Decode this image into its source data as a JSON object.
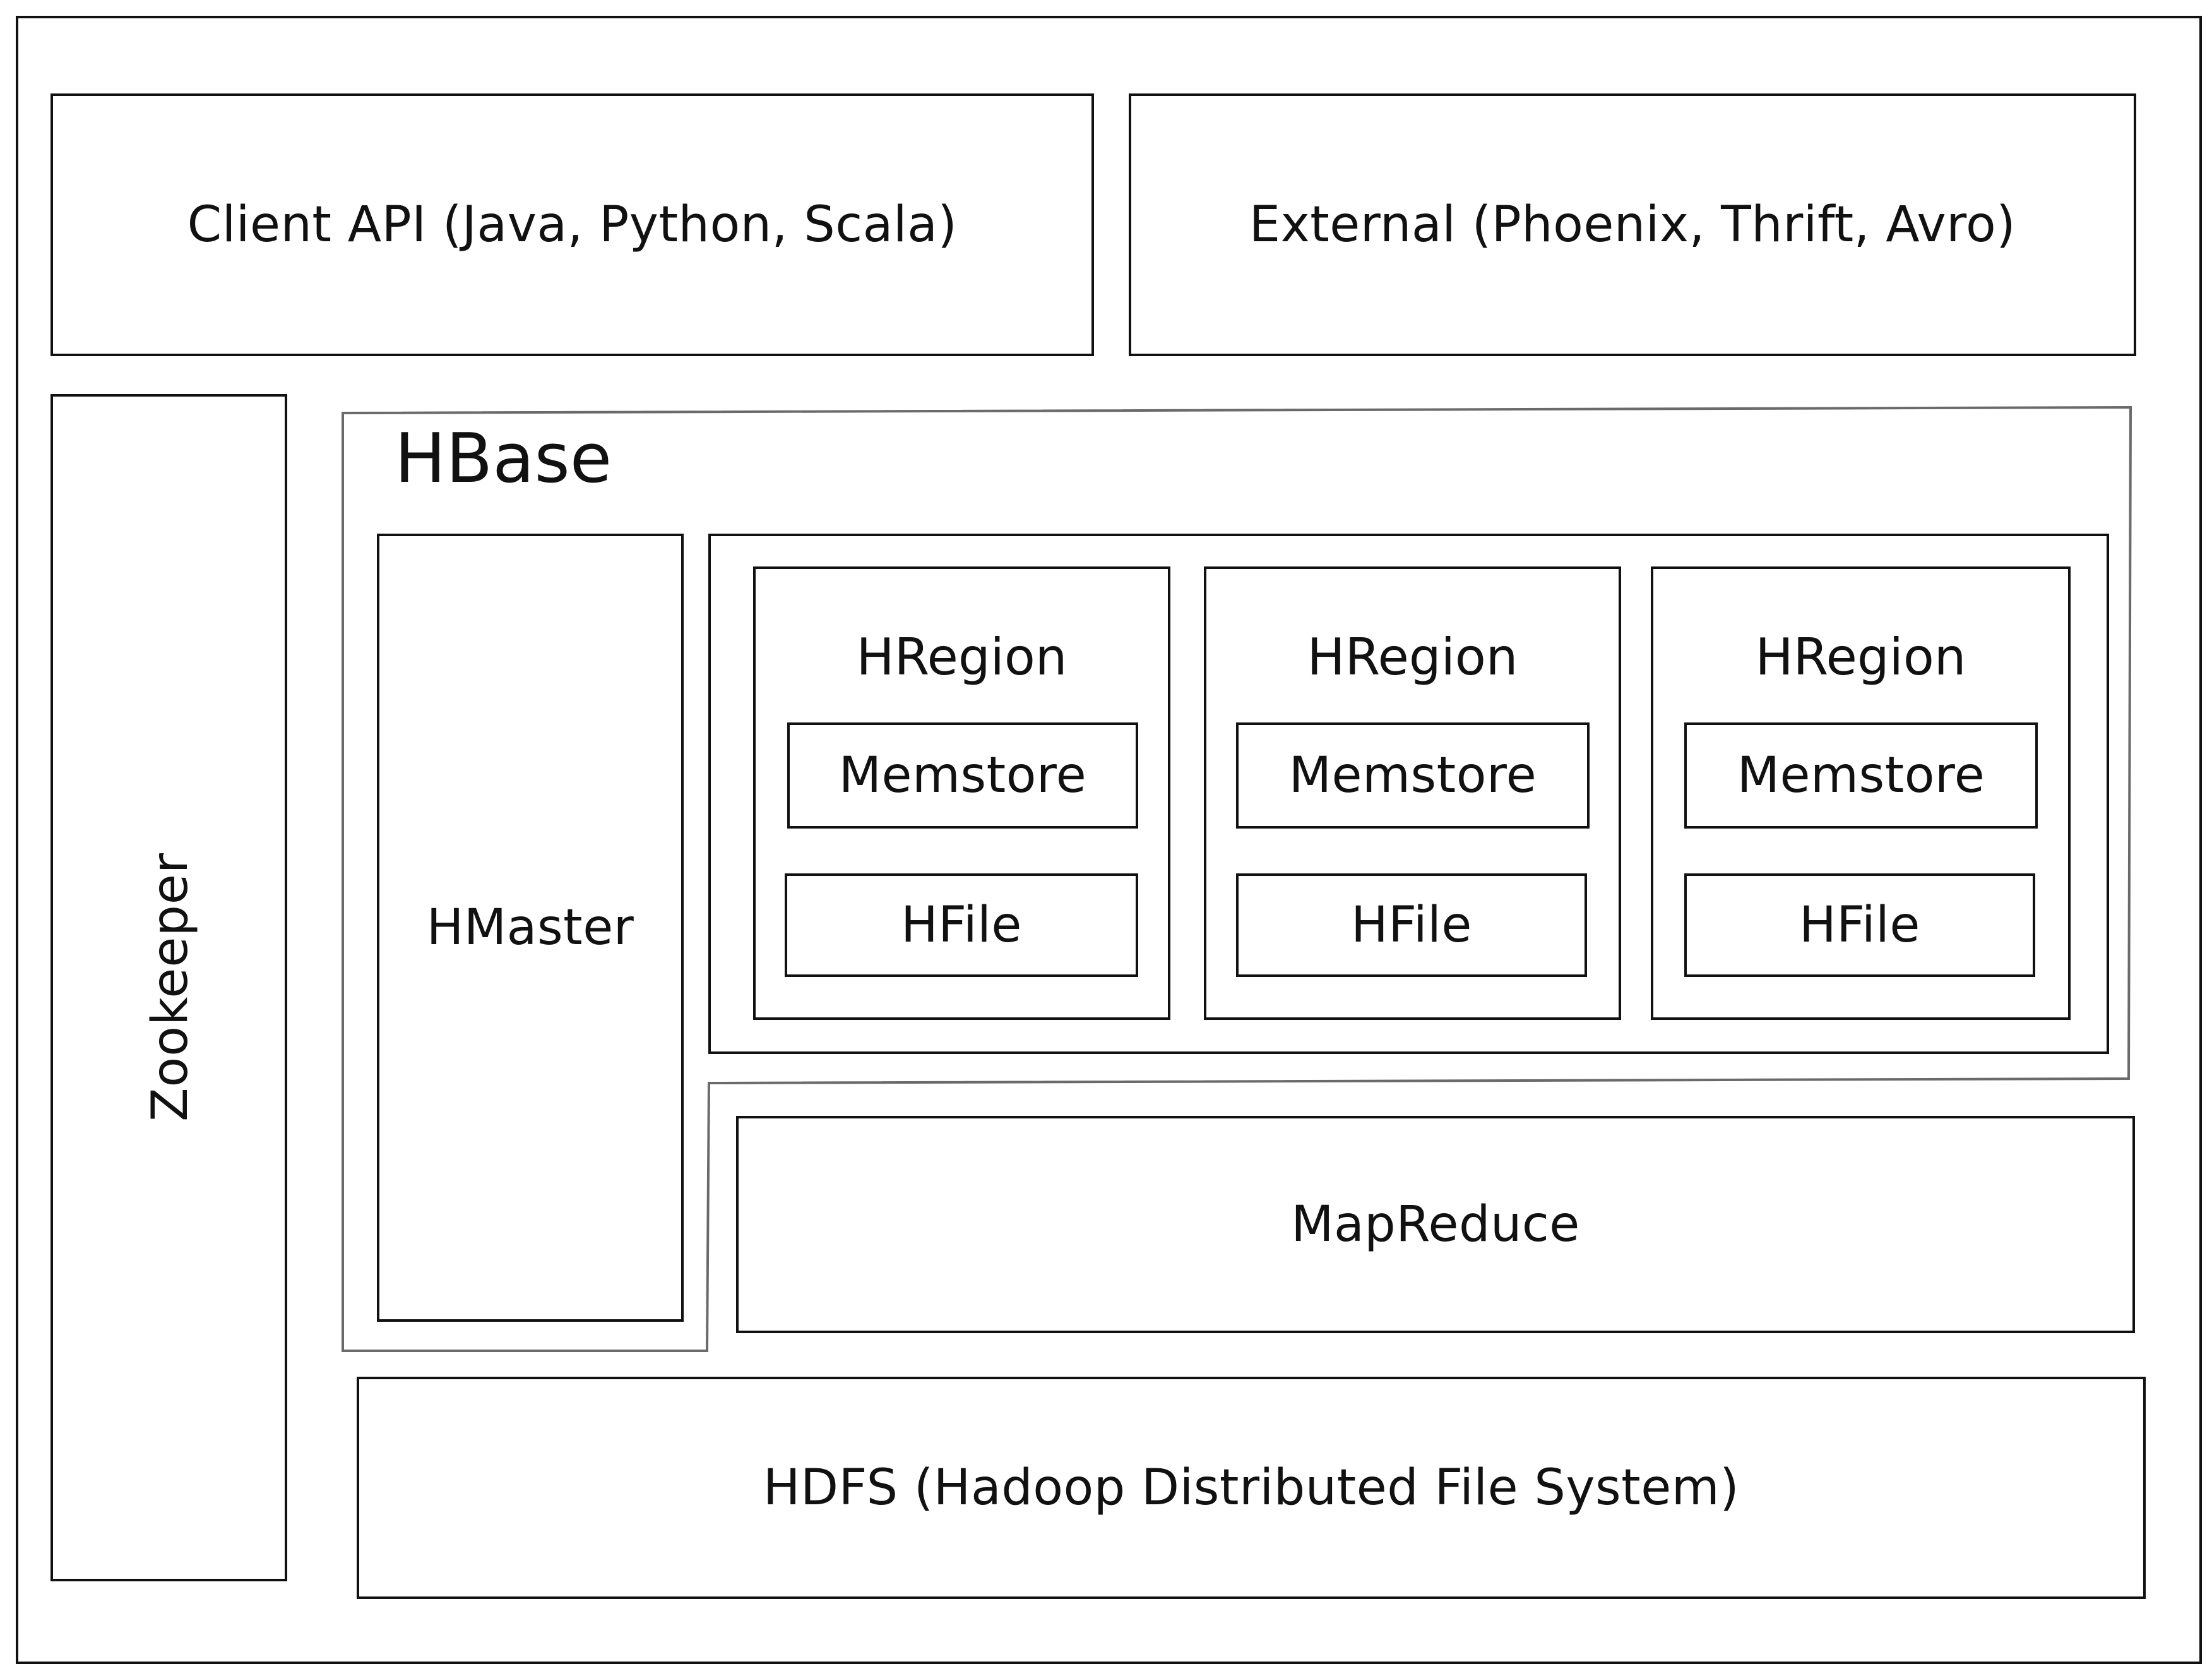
{
  "diagram": {
    "client_api": "Client API (Java, Python, Scala)",
    "external": "External (Phoenix, Thrift, Avro)",
    "zookeeper": "Zookeeper",
    "hbase": {
      "title": "HBase",
      "hmaster": "HMaster",
      "regions": [
        {
          "title": "HRegion",
          "memstore": "Memstore",
          "hfile": "HFile"
        },
        {
          "title": "HRegion",
          "memstore": "Memstore",
          "hfile": "HFile"
        },
        {
          "title": "HRegion",
          "memstore": "Memstore",
          "hfile": "HFile"
        }
      ]
    },
    "mapreduce": "MapReduce",
    "hdfs": "HDFS (Hadoop Distributed File System)"
  }
}
